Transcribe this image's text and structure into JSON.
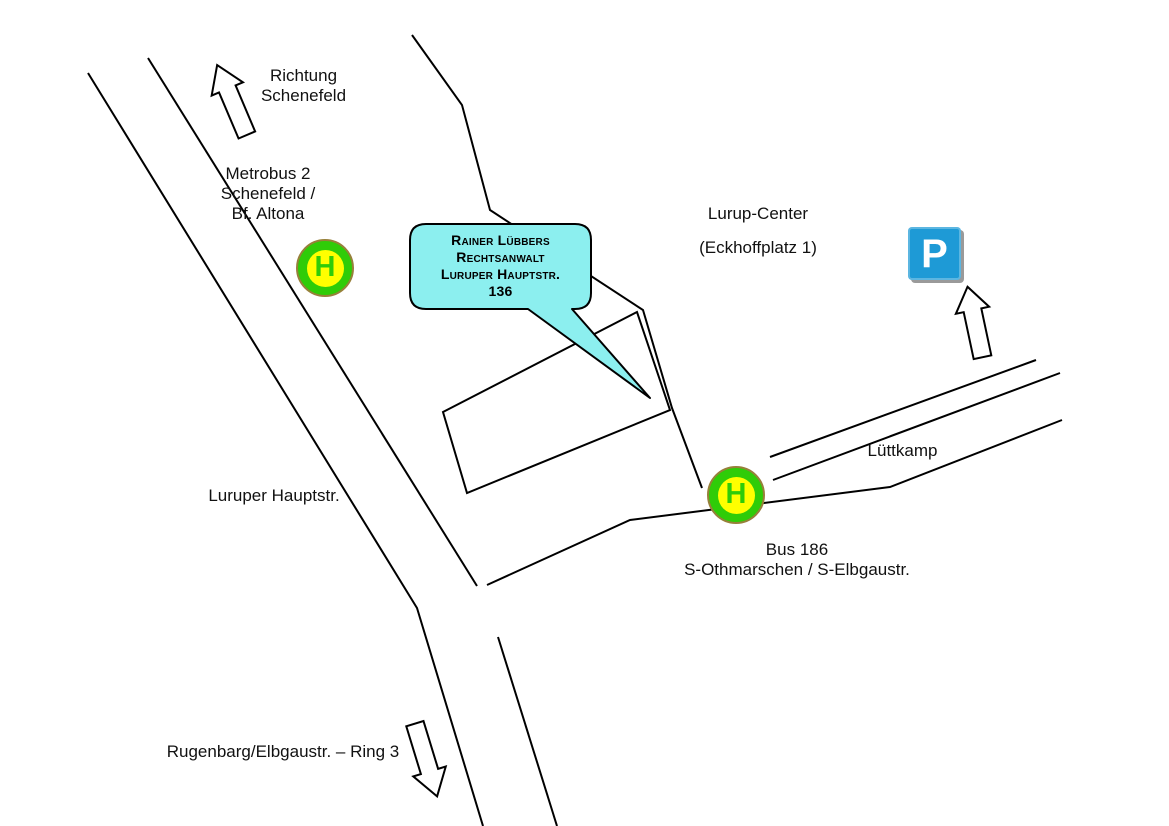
{
  "map": {
    "callout": {
      "lines": [
        "Rainer Lübbers",
        "Rechtsanwalt",
        "Luruper Hauptstr.",
        "136"
      ],
      "fill_color": "#8CEFEF"
    },
    "labels": {
      "richtung": [
        "Richtung",
        "Schenefeld"
      ],
      "metrobus": [
        "Metrobus 2",
        "Schenefeld /",
        "Bf. Altona"
      ],
      "lurup_center": [
        "Lurup-Center",
        "(Eckhoffplatz 1)"
      ],
      "luettkamp": "Lüttkamp",
      "bus186": [
        "Bus 186",
        "S-Othmarschen / S-Elbgaustr."
      ],
      "luruper_hauptstr": "Luruper Hauptstr.",
      "rugenbarg": "Rugenbarg/Elbgaustr. – Ring 3"
    },
    "bus_stop": {
      "glyph": "H",
      "green": "#2FCC08",
      "yellow": "#FFFF00",
      "ring_border": "#97803A"
    },
    "parking": {
      "glyph": "P",
      "blue": "#1E9AD6"
    }
  }
}
